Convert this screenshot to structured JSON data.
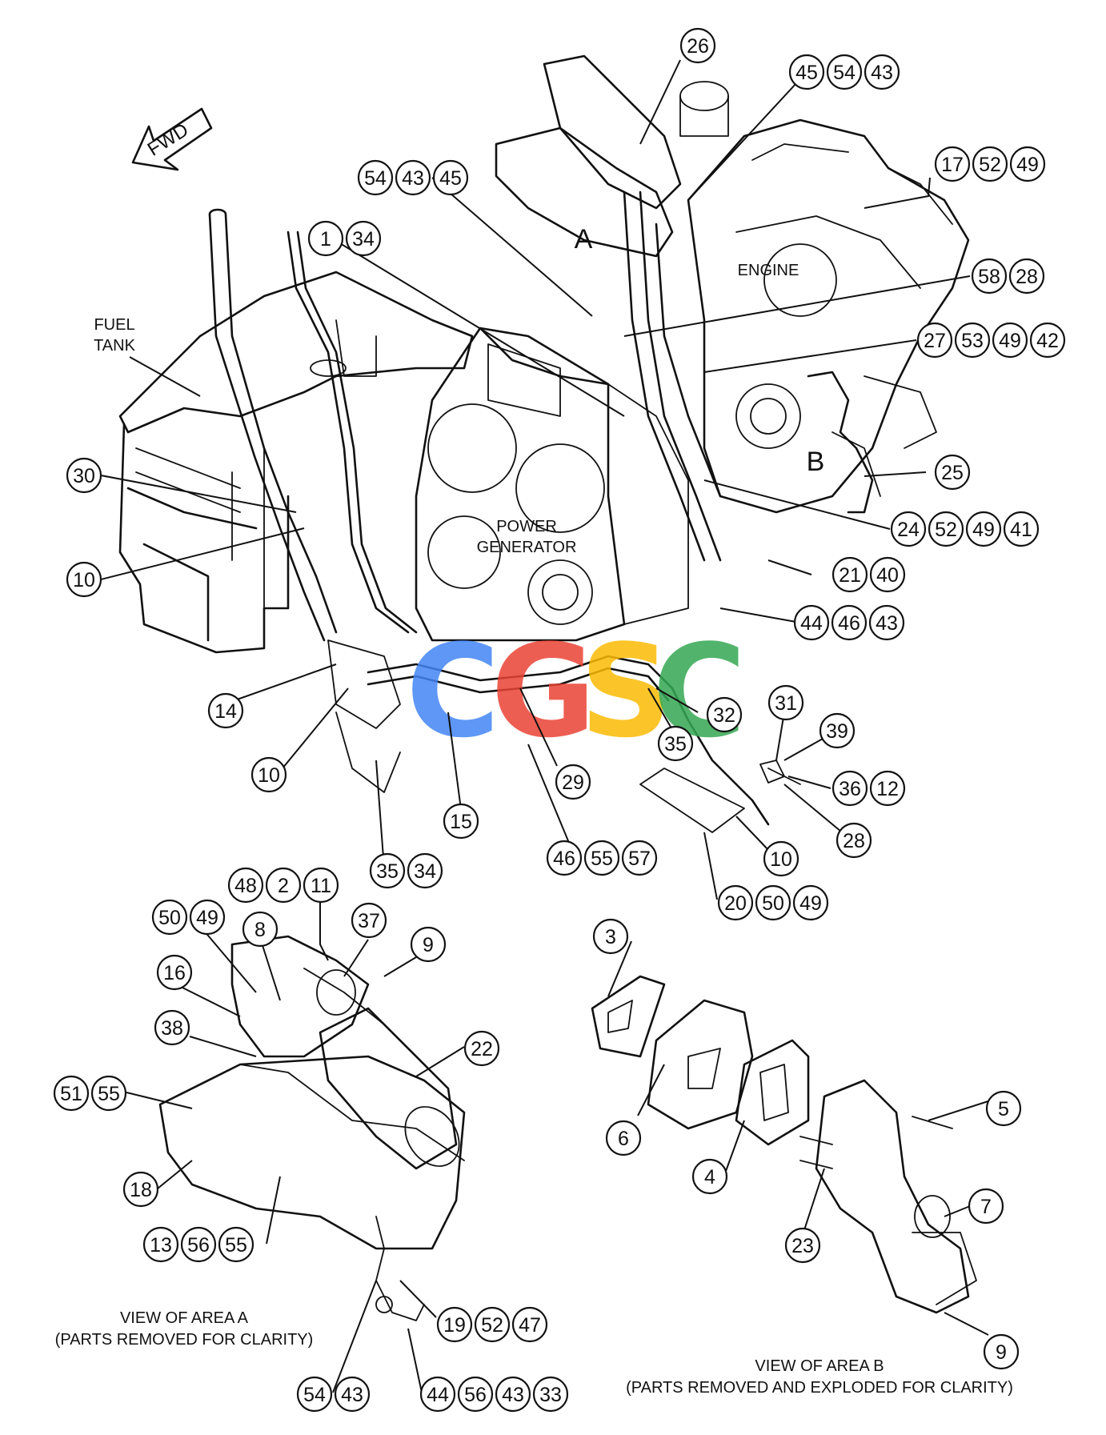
{
  "direction": "FWD",
  "labels": {
    "fuel_tank_line1": "FUEL",
    "fuel_tank_line2": "TANK",
    "engine": "ENGINE",
    "power_generator_line1": "POWER",
    "power_generator_line2": "GENERATOR",
    "area_a": "A",
    "area_b": "B",
    "view_a_line1": "VIEW OF AREA A",
    "view_a_line2": "(PARTS REMOVED FOR CLARITY)",
    "view_b_line1": "VIEW OF AREA B",
    "view_b_line2": "(PARTS REMOVED AND EXPLODED FOR CLARITY)"
  },
  "watermark": {
    "letters": [
      "C",
      "G",
      "S",
      "C"
    ],
    "colors": [
      "#4285F4",
      "#EA4335",
      "#FBBC05",
      "#34A853"
    ]
  },
  "callouts": [
    [
      "26"
    ],
    [
      "45",
      "54",
      "43"
    ],
    [
      "54",
      "43",
      "45"
    ],
    [
      "17",
      "52",
      "49"
    ],
    [
      "1",
      "34"
    ],
    [
      "58",
      "28"
    ],
    [
      "27",
      "53",
      "49",
      "42"
    ],
    [
      "30"
    ],
    [
      "10"
    ],
    [
      "25"
    ],
    [
      "24",
      "52",
      "49",
      "41"
    ],
    [
      "21",
      "40"
    ],
    [
      "44",
      "46",
      "43"
    ],
    [
      "14"
    ],
    [
      "10"
    ],
    [
      "32"
    ],
    [
      "35"
    ],
    [
      "31"
    ],
    [
      "39"
    ],
    [
      "36",
      "12"
    ],
    [
      "29"
    ],
    [
      "15"
    ],
    [
      "28"
    ],
    [
      "35",
      "34"
    ],
    [
      "46",
      "55",
      "57"
    ],
    [
      "10"
    ],
    [
      "20",
      "50",
      "49"
    ],
    [
      "48",
      "2",
      "11"
    ],
    [
      "50",
      "49"
    ],
    [
      "8"
    ],
    [
      "37"
    ],
    [
      "9"
    ],
    [
      "16"
    ],
    [
      "3"
    ],
    [
      "38"
    ],
    [
      "22"
    ],
    [
      "51",
      "55"
    ],
    [
      "5"
    ],
    [
      "6"
    ],
    [
      "18"
    ],
    [
      "4"
    ],
    [
      "7"
    ],
    [
      "23"
    ],
    [
      "13",
      "56",
      "55"
    ],
    [
      "19",
      "52",
      "47"
    ],
    [
      "9"
    ],
    [
      "54",
      "43"
    ],
    [
      "44",
      "56",
      "43",
      "33"
    ]
  ]
}
